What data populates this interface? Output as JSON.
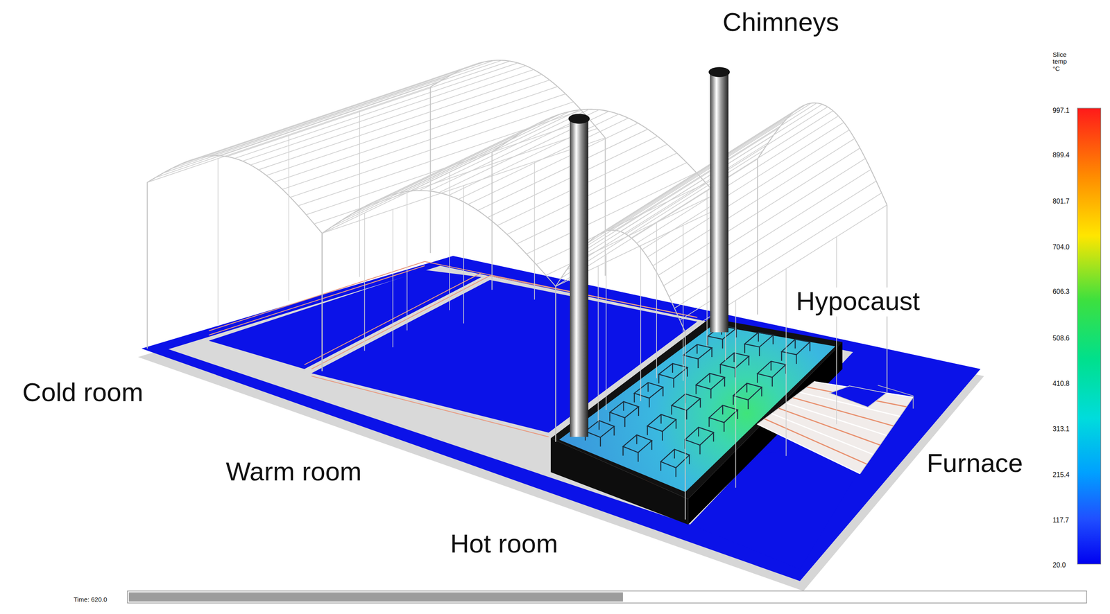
{
  "diagram": {
    "labels": [
      "Chimneys",
      "Hypocaust",
      "Cold room",
      "Warm room",
      "Hot room",
      "Furnace",
      "Slice temp °C",
      "997.1",
      "899.4",
      "801.7",
      "704.0",
      "606.3",
      "508.6",
      "410.8",
      "313.1",
      "215.4",
      "117.7",
      "20.0",
      "Time: 620.0"
    ]
  }
}
